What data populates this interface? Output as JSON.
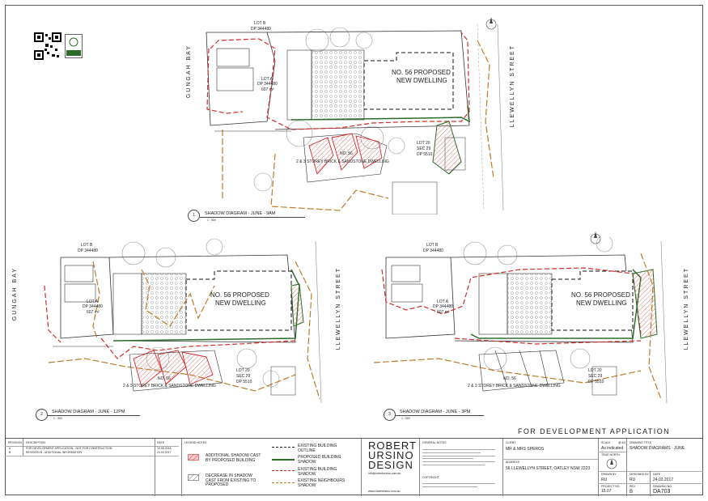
{
  "drawing_1": {
    "lot_b": "LOT B",
    "lot_b_dp": "DP 344480",
    "lot_a": "LOT A",
    "lot_a_dp": "DP 344480",
    "lot_a_area": "607 m²",
    "proposed": "NO. 56 PROPOSED",
    "proposed2": "NEW DWELLING",
    "neighbour_no": "NO. 56",
    "neighbour_desc": "2 & 3 STOREY BRICK & SANDSTONE DWELLING",
    "lot20": "LOT 20",
    "sec": "SEC 29",
    "dp": "DP 5510",
    "street_left": "GUNGAH BAY",
    "street_right": "LLEWELLYN STREET",
    "caption": "SHADOW DIAGRAM - JUNE - 9AM",
    "scale": "1 : 300",
    "num": "1"
  },
  "drawing_2": {
    "lot_b": "LOT B",
    "lot_b_dp": "DP 344480",
    "lot_a": "LOT A",
    "lot_a_dp": "DP 344480",
    "lot_a_area": "607 m²",
    "proposed": "NO. 56 PROPOSED",
    "proposed2": "NEW DWELLING",
    "neighbour_no": "NO. 56",
    "neighbour_desc": "2 & 3 STOREY BRICK & SANDSTONE DWELLING",
    "lot20": "LOT 20",
    "sec": "SEC 29",
    "dp": "DP 5510",
    "street_left": "GUNGAH BAY",
    "street_right": "LLEWELLYN STREET",
    "caption": "SHADOW DIAGRAM - JUNE - 12PM",
    "scale": "1 : 300",
    "num": "2"
  },
  "drawing_3": {
    "lot_b": "LOT B",
    "lot_b_dp": "DP 344480",
    "lot_a": "LOT A",
    "lot_a_dp": "DP 344480",
    "lot_a_area": "607 m²",
    "proposed": "NO. 56 PROPOSED",
    "proposed2": "NEW DWELLING",
    "neighbour_no": "NO. 56",
    "neighbour_desc": "2 & 3 STOREY BRICK & SANDSTONE DWELLING",
    "lot20": "LOT 20",
    "sec": "SEC 29",
    "dp": "DP 5510",
    "street_right": "LLEWELLYN STREET",
    "caption": "SHADOW DIAGRAM - JUNE - 3PM",
    "scale": "1 : 300",
    "num": "3"
  },
  "banner": "FOR DEVELOPMENT APPLICATION",
  "revisions": {
    "headers": [
      "REVISION",
      "DESCRIPTION",
      "DATE"
    ],
    "rows": [
      {
        "rev": "A",
        "desc": "FOR DEVELOPMENT APPLICATION - NOT FOR CONSTRUCTION",
        "date": "15.08.2016"
      },
      {
        "rev": "B",
        "desc": "REVISION B - ADDITIONAL INFORMATION",
        "date": "24.03.2017"
      }
    ]
  },
  "legend": {
    "title": "LEGEND NOTES",
    "items": [
      {
        "label": "ADDITIONAL SHADOW CAST BY PROPOSED BUILDING"
      },
      {
        "label": "DECREASE IN SHADOW CAST FROM EXISTING TO PROPOSED"
      }
    ],
    "lines": [
      {
        "label": "EXISTING BUILDING OUTLINE"
      },
      {
        "label": "PROPOSED BUILDING SHADOW"
      },
      {
        "label": "EXISTING BUILDING SHADOW"
      },
      {
        "label": "EXISTING NEIGHBOURS SHADOW"
      }
    ]
  },
  "firm": {
    "name1": "ROBERT",
    "name2": "URSINO",
    "name3": "DESIGN",
    "email": "info@robertursino.com.au",
    "web": "www.robertursino.com.au"
  },
  "notes_title": "GENERAL NOTES",
  "copyright_title": "COPYRIGHT",
  "client_label": "CLIENT",
  "client": "MR & MRS SPEROS",
  "address_label": "ADDRESS",
  "address": "56 LLEWELLYN STREET, OATLEY NSW 2223",
  "scale_label": "SCALE",
  "scale_at": "@ A3",
  "scale_value": "As indicated",
  "true_north": "TRUE NORTH",
  "drawing_title_label": "DRAWING TITLE",
  "drawing_title": "SHADOW DIAGRAMS - JUNE",
  "drawn_by_label": "DRAWN BY",
  "drawn_by": "RU",
  "designed_by_label": "DESIGNED BY",
  "designed_by": "RU",
  "date_label": "DATE",
  "date": "24.03.2017",
  "project_label": "PROJECT NO.",
  "project": "15.07",
  "rev_label": "REV",
  "rev": "B",
  "drawing_no_label": "DRAWING NO.",
  "drawing_no": "DA703",
  "colors": {
    "existing_outline": "#222222",
    "proposed_shadow": "#2e6b2a",
    "existing_shadow": "#d42a2a",
    "neighbour_shadow": "#c07a2a",
    "hatch": "#d77777"
  }
}
